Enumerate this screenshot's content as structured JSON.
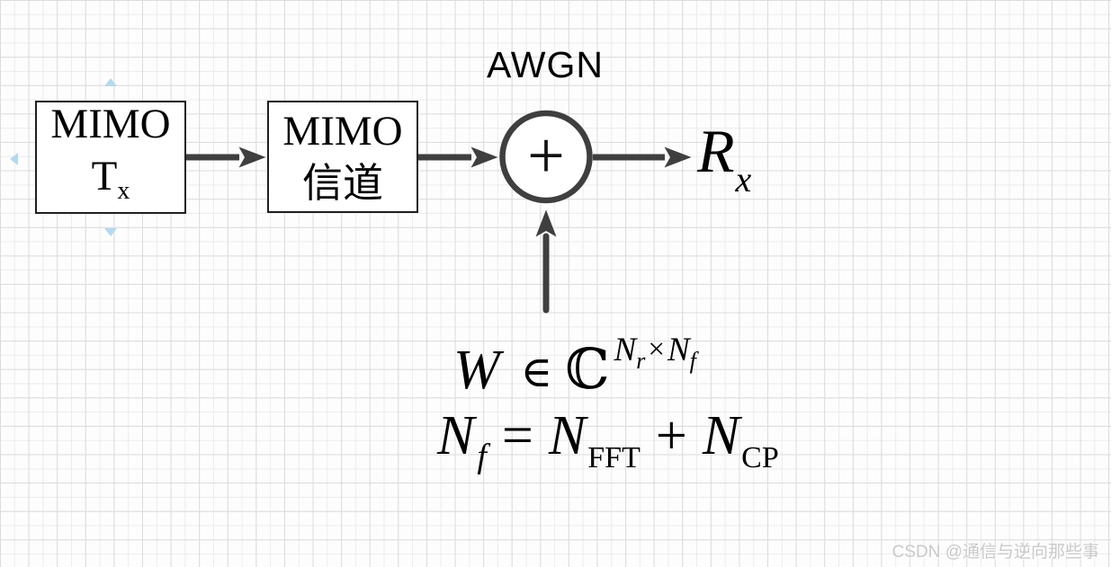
{
  "colors": {
    "connector_stroke": "#3f3f3f",
    "box_border": "#1f1f1f",
    "box_fill": "#ffffff",
    "grid_minor": "#ececec",
    "grid_major": "#dcdcdc",
    "hover_arrow_blue": "#b5d8ee",
    "watermark_gray": "#c9c9c9",
    "text_black": "#000000"
  },
  "diagram": {
    "tx_box": {
      "title": "MIMO",
      "symbol_main": "T",
      "symbol_sub": "x"
    },
    "channel_box": {
      "title": "MIMO",
      "subtitle": "信道"
    },
    "adder": {
      "plus": "+",
      "label": "AWGN"
    },
    "output": {
      "main": "R",
      "sub": "x"
    },
    "formula_w": {
      "var": "W",
      "element_of": "∈",
      "complex_set": "ℂ",
      "sup_n1": "N",
      "sup_sub1": "r",
      "times": "×",
      "sup_n2": "N",
      "sup_sub2": "f"
    },
    "formula_n": {
      "lhs_main": "N",
      "lhs_sub": "f",
      "equals": "=",
      "term1_main": "N",
      "term1_sub": "FFT",
      "plus": "+",
      "term2_main": "N",
      "term2_sub": "CP"
    }
  },
  "watermark": {
    "text": "CSDN @通信与逆向那些事"
  }
}
